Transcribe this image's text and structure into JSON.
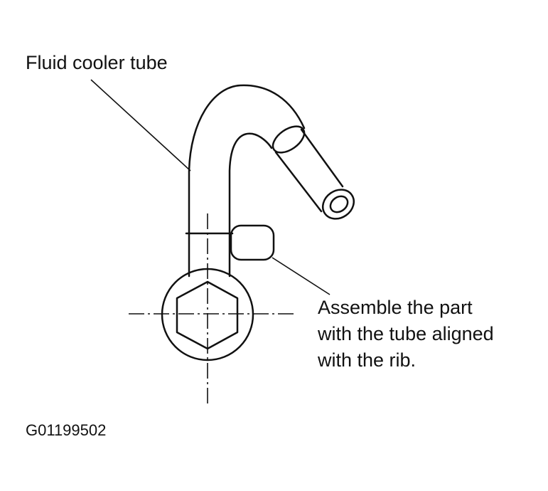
{
  "labels": {
    "fluid_cooler_tube": "Fluid cooler tube",
    "assemble_line1": "Assemble the part",
    "assemble_line2": "with the tube aligned",
    "assemble_line3": "with the rib.",
    "figure_code": "G01199502"
  }
}
